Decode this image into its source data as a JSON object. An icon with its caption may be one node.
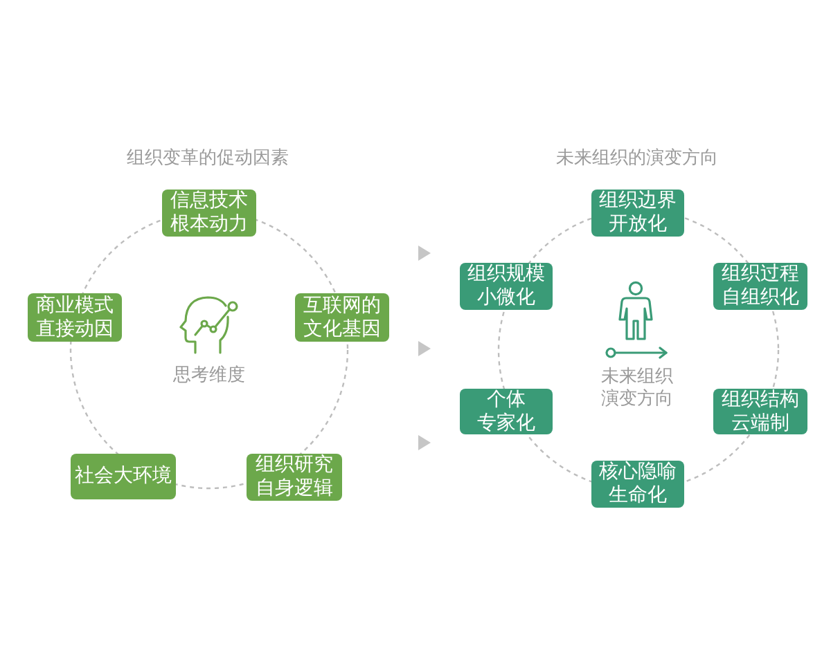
{
  "diagram": {
    "nodes": [
      {
        "text": [
          "信息技术根本动力"
        ]
      },
      {
        "text": [
          "商业模式直接动因"
        ]
      },
      {
        "text": [
          "互联网的文化基因"
        ]
      },
      {
        "text": [
          "社会大环境"
        ]
      },
      {
        "text": [
          "组织研究自身逻辑"
        ]
      },
      {
        "text": [
          "组织边界开放化"
        ]
      },
      {
        "text": [
          "组织规模小微化"
        ]
      },
      {
        "text": [
          "组织过程自组织化"
        ]
      },
      {
        "text": [
          "个体专家化"
        ]
      },
      {
        "text": [
          "组织结构云端制"
        ]
      },
      {
        "text": [
          "核心隐喻生命化"
        ]
      }
    ],
    "labels": [
      "组织变革的促动因素",
      "思考维度",
      "未来组织的演变方向",
      "未来组织演变方向"
    ]
  }
}
